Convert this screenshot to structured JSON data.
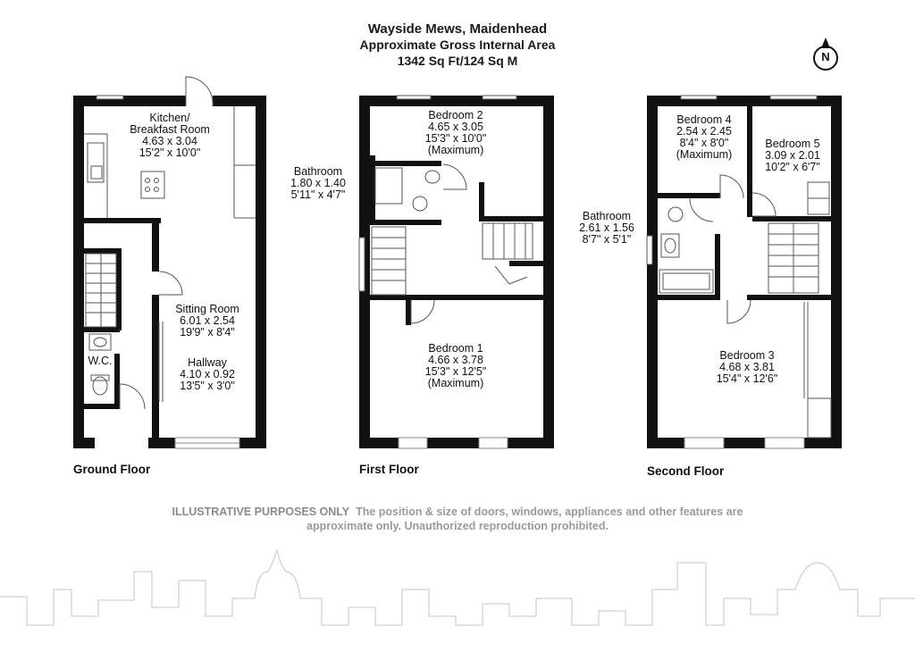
{
  "header": {
    "title": "Wayside Mews, Maidenhead",
    "subtitle": "Approximate Gross Internal Area",
    "area": "1342 Sq Ft/124 Sq M"
  },
  "compass": {
    "letter": "N",
    "icon": "north-arrow-icon"
  },
  "floors": {
    "ground": "Ground Floor",
    "first": "First Floor",
    "second": "Second Floor"
  },
  "rooms": {
    "kitchen": {
      "name_1": "Kitchen/",
      "name_2": "Breakfast Room",
      "metric": "4.63 x 3.04",
      "imperial": "15'2\" x 10'0\""
    },
    "sitting": {
      "name": "Sitting Room",
      "metric": "6.01 x 2.54",
      "imperial": "19'9\" x 8'4\""
    },
    "hallway": {
      "name": "Hallway",
      "metric": "4.10 x 0.92",
      "imperial": "13'5\" x 3'0\""
    },
    "wc": {
      "name": "W.C."
    },
    "bedroom2": {
      "name": "Bedroom 2",
      "metric": "4.65 x 3.05",
      "imperial": "15'3\" x 10'0\"",
      "note": "(Maximum)"
    },
    "bathroom1": {
      "name": "Bathroom",
      "metric": "1.80 x 1.40",
      "imperial": "5'11\" x 4'7\""
    },
    "bedroom1": {
      "name": "Bedroom 1",
      "metric": "4.66 x 3.78",
      "imperial": "15'3\" x 12'5\"",
      "note": "(Maximum)"
    },
    "bedroom4": {
      "name": "Bedroom 4",
      "metric": "2.54 x 2.45",
      "imperial": "8'4\" x 8'0\"",
      "note": "(Maximum)"
    },
    "bedroom5": {
      "name": "Bedroom 5",
      "metric": "3.09 x 2.01",
      "imperial": "10'2\" x 6'7\""
    },
    "bathroom2": {
      "name": "Bathroom",
      "metric": "2.61 x 1.56",
      "imperial": "8'7\" x 5'1\""
    },
    "bedroom3": {
      "name": "Bedroom 3",
      "metric": "4.68 x 3.81",
      "imperial": "15'4\" x 12'6\""
    }
  },
  "disclaimer": {
    "lead": "ILLUSTRATIVE PURPOSES ONLY",
    "line1": "The position & size of doors, windows, appliances and other features are",
    "line2": "approximate only. Unauthorized reproduction prohibited."
  },
  "colors": {
    "wall": "#111111",
    "skyline": "#bdbdbd",
    "disclaimer": "#9a9a9a"
  }
}
